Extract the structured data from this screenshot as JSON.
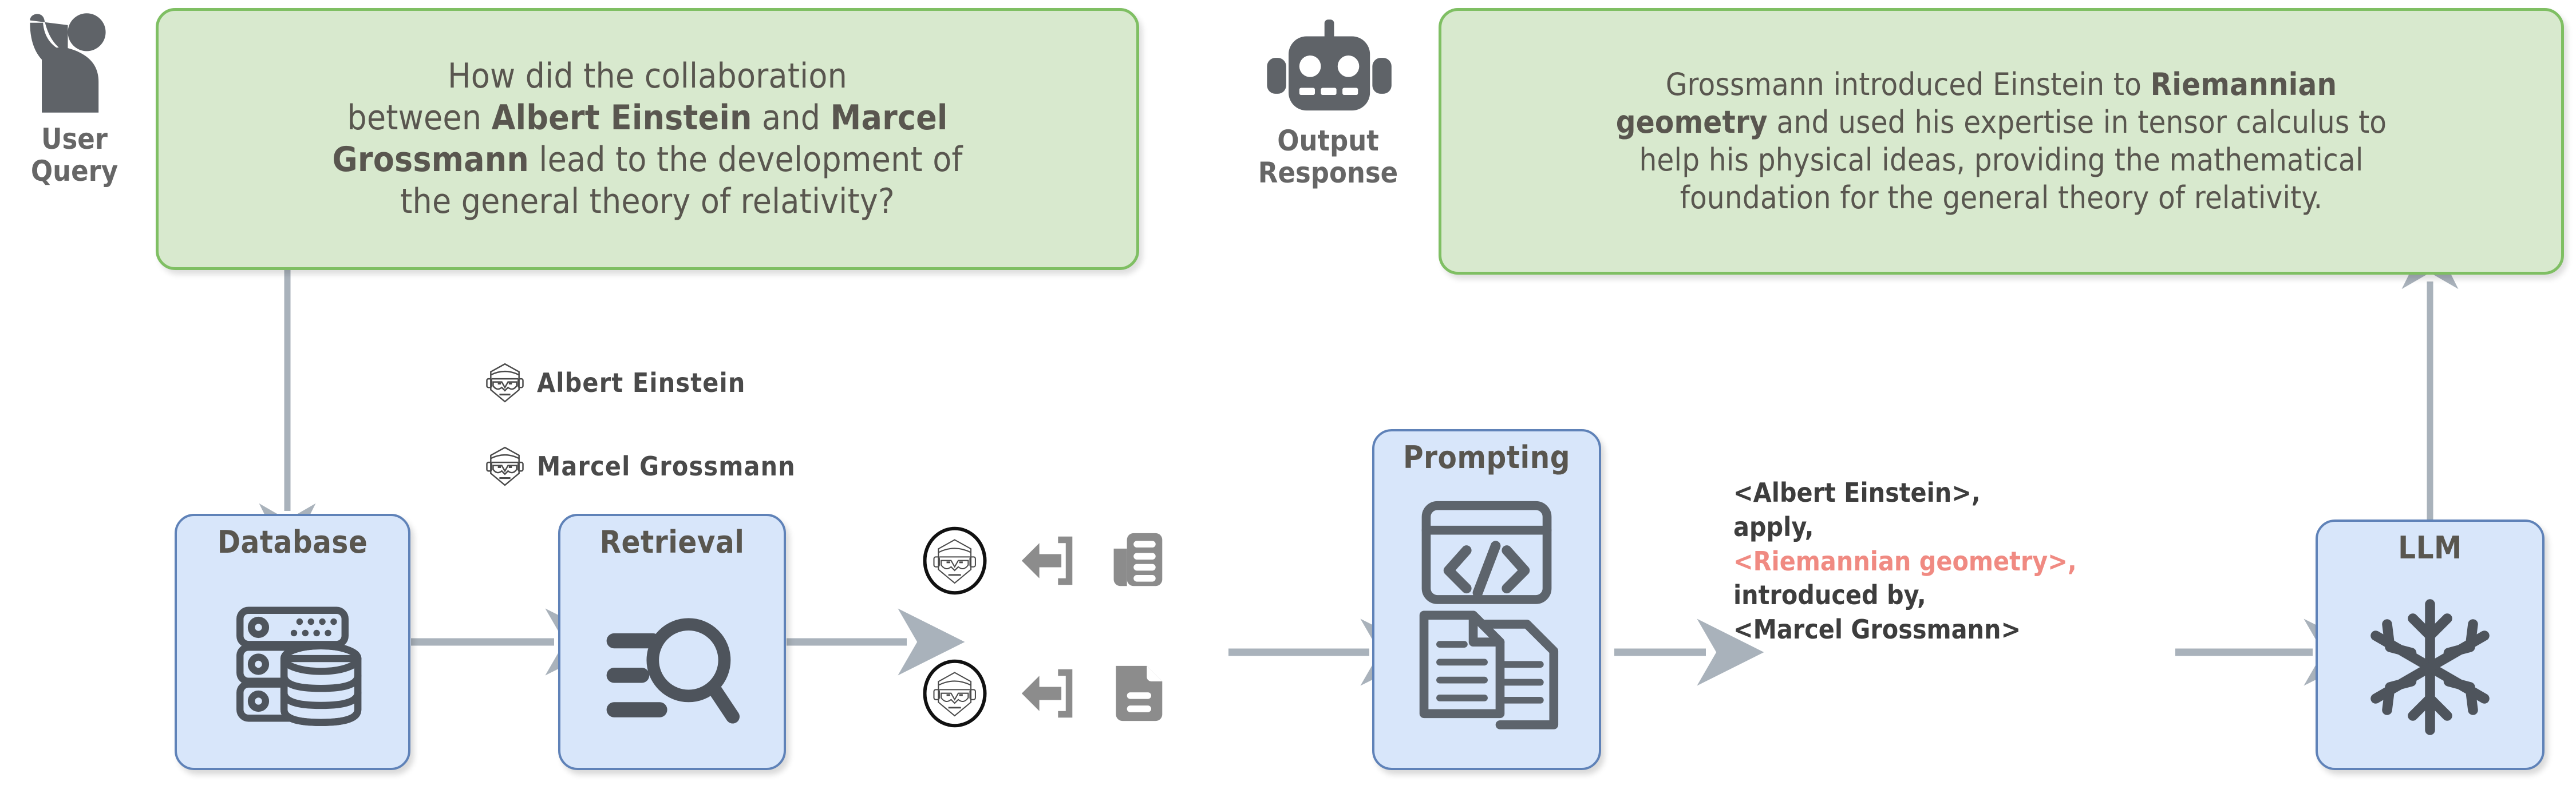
{
  "diagram": {
    "title": "Knowledge-graph augmented RAG pipeline",
    "colors": {
      "bubble_fill": "#d8e9ce",
      "bubble_border": "#7fbf63",
      "node_fill": "#d8e6fa",
      "node_border": "#5f82b8",
      "arrow": "#a9b2bb",
      "icon_gray": "#5f6368",
      "highlight": "#f08a82",
      "text": "#59564f"
    }
  },
  "user": {
    "icon": "person-raised-hand-icon",
    "caption_line1": "User",
    "caption_line2": "Query"
  },
  "query_bubble": {
    "name": "user-query-bubble",
    "lines": [
      [
        {
          "t": "How did the collaboration",
          "b": false
        }
      ],
      [
        {
          "t": "between ",
          "b": false
        },
        {
          "t": "Albert Einstein",
          "b": true
        },
        {
          "t": " and ",
          "b": false
        },
        {
          "t": "Marcel",
          "b": true
        }
      ],
      [
        {
          "t": "Grossmann",
          "b": true
        },
        {
          "t": " lead to the development of",
          "b": false
        }
      ],
      [
        {
          "t": "the general theory of relativity?",
          "b": false
        }
      ]
    ],
    "plain": "How did the collaboration between Albert Einstein and Marcel Grossmann lead to the development of the general theory of relativity?"
  },
  "output": {
    "icon": "robot-icon",
    "caption_line1": "Output",
    "caption_line2": "Response"
  },
  "response_bubble": {
    "name": "output-response-bubble",
    "lines": [
      [
        {
          "t": "Grossmann introduced Einstein to ",
          "b": false
        },
        {
          "t": "Riemannian",
          "b": true
        }
      ],
      [
        {
          "t": "geometry",
          "b": true
        },
        {
          "t": " and used his expertise in tensor calculus to",
          "b": false
        }
      ],
      [
        {
          "t": "help his physical ideas, providing the mathematical",
          "b": false
        }
      ],
      [
        {
          "t": "foundation for the general theory of relativity.",
          "b": false
        }
      ]
    ],
    "plain": "Grossmann introduced Einstein to Riemannian geometry and used his expertise in tensor calculus to help his physical ideas, providing the mathematical foundation for the general theory of relativity."
  },
  "entities": [
    {
      "icon": "person-face-icon",
      "name": "Albert Einstein"
    },
    {
      "icon": "person-face-icon",
      "name": "Marcel Grossmann"
    }
  ],
  "nodes": {
    "database": {
      "label": "Database",
      "icon": "database-server-icon"
    },
    "retrieval": {
      "label": "Retrieval",
      "icon": "list-search-icon"
    },
    "prompting": {
      "label": "Prompting",
      "icon": "code-window-documents-icon"
    },
    "llm": {
      "label": "LLM",
      "icon": "snowflake-frozen-icon"
    }
  },
  "extraction_rows": [
    {
      "entity_icon": "circled-person-face-icon",
      "extract_icon": "extract-arrow-icon",
      "doc_icon": "document-lines-icon"
    },
    {
      "entity_icon": "circled-person-face-icon",
      "extract_icon": "extract-arrow-icon",
      "doc_icon": "document-page-icon"
    }
  ],
  "triple": {
    "name": "knowledge-triple-text",
    "lines": [
      {
        "text": "<Albert Einstein>,",
        "highlight": false
      },
      {
        "text": "apply,",
        "highlight": false
      },
      {
        "text": "<Riemannian geometry>,",
        "highlight": true
      },
      {
        "text": "introduced by,",
        "highlight": false
      },
      {
        "text": "<Marcel Grossmann>",
        "highlight": false
      }
    ]
  },
  "arrows": [
    {
      "name": "arrow-query-to-database",
      "direction": "down"
    },
    {
      "name": "arrow-database-to-retrieval",
      "direction": "right"
    },
    {
      "name": "arrow-retrieval-to-entities",
      "direction": "right"
    },
    {
      "name": "arrow-entities-to-prompting",
      "direction": "right"
    },
    {
      "name": "arrow-prompting-to-triple",
      "direction": "right"
    },
    {
      "name": "arrow-triple-to-llm",
      "direction": "right"
    },
    {
      "name": "arrow-llm-to-response",
      "direction": "up"
    }
  ]
}
